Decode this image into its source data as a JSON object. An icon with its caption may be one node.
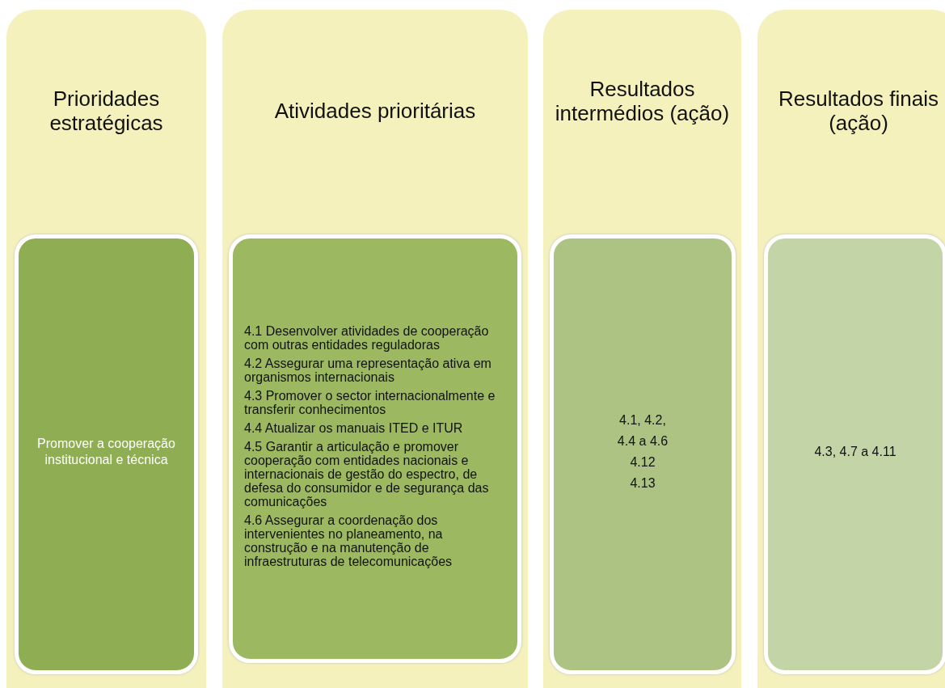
{
  "diagram": {
    "nodes": [
      {
        "text": [
          "Prioridades estratégicas"
        ]
      },
      {
        "text": [
          "Promover a cooperação institucional e técnica"
        ],
        "in": 0
      },
      {
        "text": [
          "Atividades prioritárias"
        ]
      },
      {
        "text": [
          "4.1 Desenvolver atividades de cooperação com outras entidades reguladoras",
          "4.2 Assegurar uma representação ativa em organismos internacionais",
          "4.3 Promover o sector internacionalmente e transferir conhecimentos",
          "4.4 Atualizar os manuais ITED e ITUR",
          "4.5 Garantir a articulação e promover cooperação com entidades nacionais e internacionais de gestão do espectro, de defesa do consumidor e de segurança das comunicações",
          "4.6 Assegurar a coordenação dos intervenientes no planeamento, na construção e na manutenção de infraestruturas de telecomunicações"
        ],
        "in": 2
      },
      {
        "text": [
          "Resultados intermédios (ação)"
        ]
      },
      {
        "text": [
          "4.1, 4.2,",
          "4.4 a 4.6",
          "4.12",
          "4.13"
        ],
        "in": 4
      },
      {
        "text": [
          "Resultados finais (ação)"
        ]
      },
      {
        "text": [
          "4.3, 4.7 a 4.11"
        ],
        "in": 6
      }
    ]
  }
}
